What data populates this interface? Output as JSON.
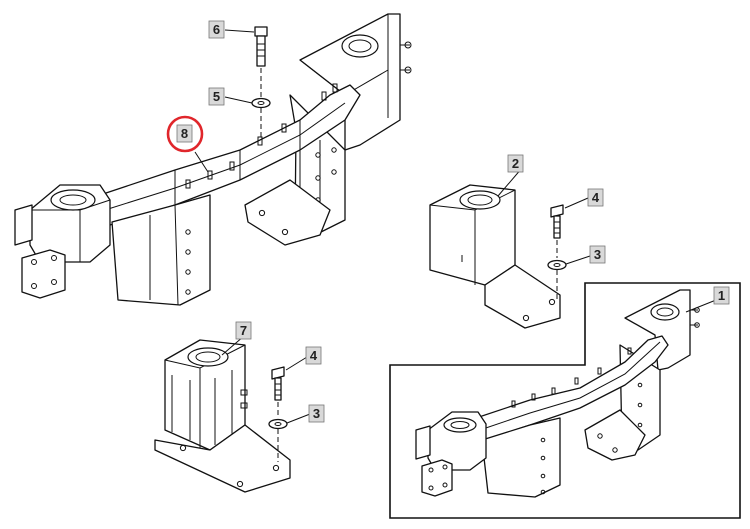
{
  "diagram": {
    "callouts": [
      {
        "id": "c1",
        "label": "1"
      },
      {
        "id": "c2",
        "label": "2"
      },
      {
        "id": "c3a",
        "label": "3"
      },
      {
        "id": "c3b",
        "label": "3"
      },
      {
        "id": "c4a",
        "label": "4"
      },
      {
        "id": "c4b",
        "label": "4"
      },
      {
        "id": "c5",
        "label": "5"
      },
      {
        "id": "c6",
        "label": "6"
      },
      {
        "id": "c7",
        "label": "7"
      },
      {
        "id": "c8",
        "label": "8"
      }
    ],
    "highlighted_callout": "8",
    "colors": {
      "line": "#111111",
      "label_fill": "#d9d9d9",
      "highlight": "#e0262b"
    }
  }
}
